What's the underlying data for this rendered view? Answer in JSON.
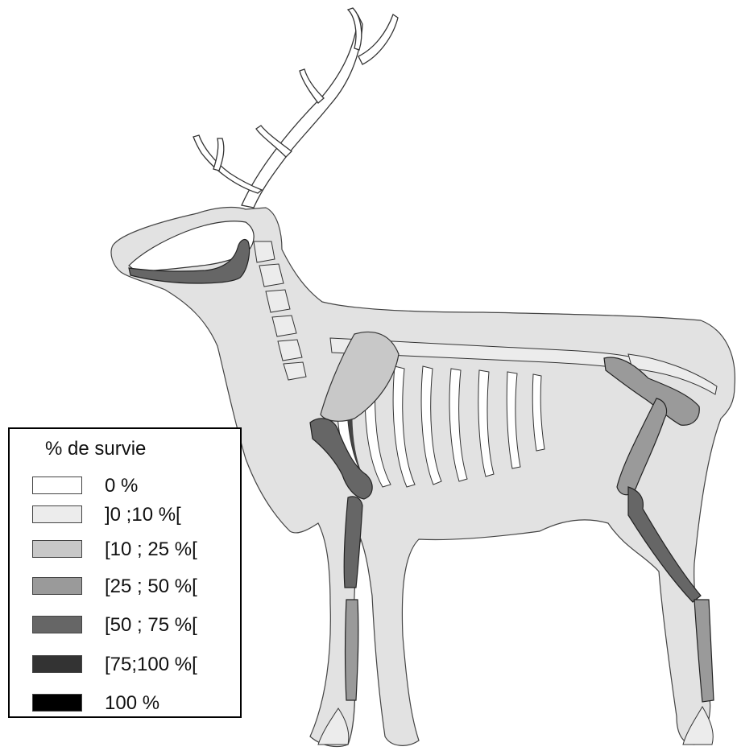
{
  "legend": {
    "title": "% de survie",
    "items": [
      {
        "label": "0 %",
        "color": "#ffffff"
      },
      {
        "label": "]0 ;10 %[",
        "color": "#ececec"
      },
      {
        "label": "[10 ; 25 %[",
        "color": "#c8c8c8"
      },
      {
        "label": "[25 ; 50 %[",
        "color": "#9a9a9a"
      },
      {
        "label": "[50 ; 75 %[",
        "color": "#666666"
      },
      {
        "label": "[75;100 %[",
        "color": "#333333"
      },
      {
        "label": "100 %",
        "color": "#000000"
      }
    ]
  },
  "colors": {
    "body_silhouette": "#e2e2e2",
    "outline": "#444444",
    "bone_white": "#ffffff",
    "bone_0_10": "#ececec",
    "bone_10_25": "#c8c8c8",
    "bone_25_50": "#9a9a9a",
    "bone_50_75": "#666666",
    "bone_75_100": "#333333"
  },
  "parts": {
    "antlers": "0 %",
    "skull": "0 %",
    "mandible": "[50 ; 75 %[",
    "cervical_vertebrae": "]0 ;10 %[",
    "thoracic_lumbar_vertebrae": "]0 ;10 %[",
    "ribs": "0 %",
    "scapula": "[10 ; 25 %[",
    "humerus": "[50 ; 75 %[",
    "radius_ulna": "[50 ; 75 %[",
    "metacarpal": "[25 ; 50 %[",
    "pelvis": "[25 ; 50 %[",
    "femur": "[25 ; 50 %[",
    "tibia": "[50 ; 75 %[",
    "metatarsal": "[25 ; 50 %[",
    "sacrum": "]0 ;10 %["
  }
}
